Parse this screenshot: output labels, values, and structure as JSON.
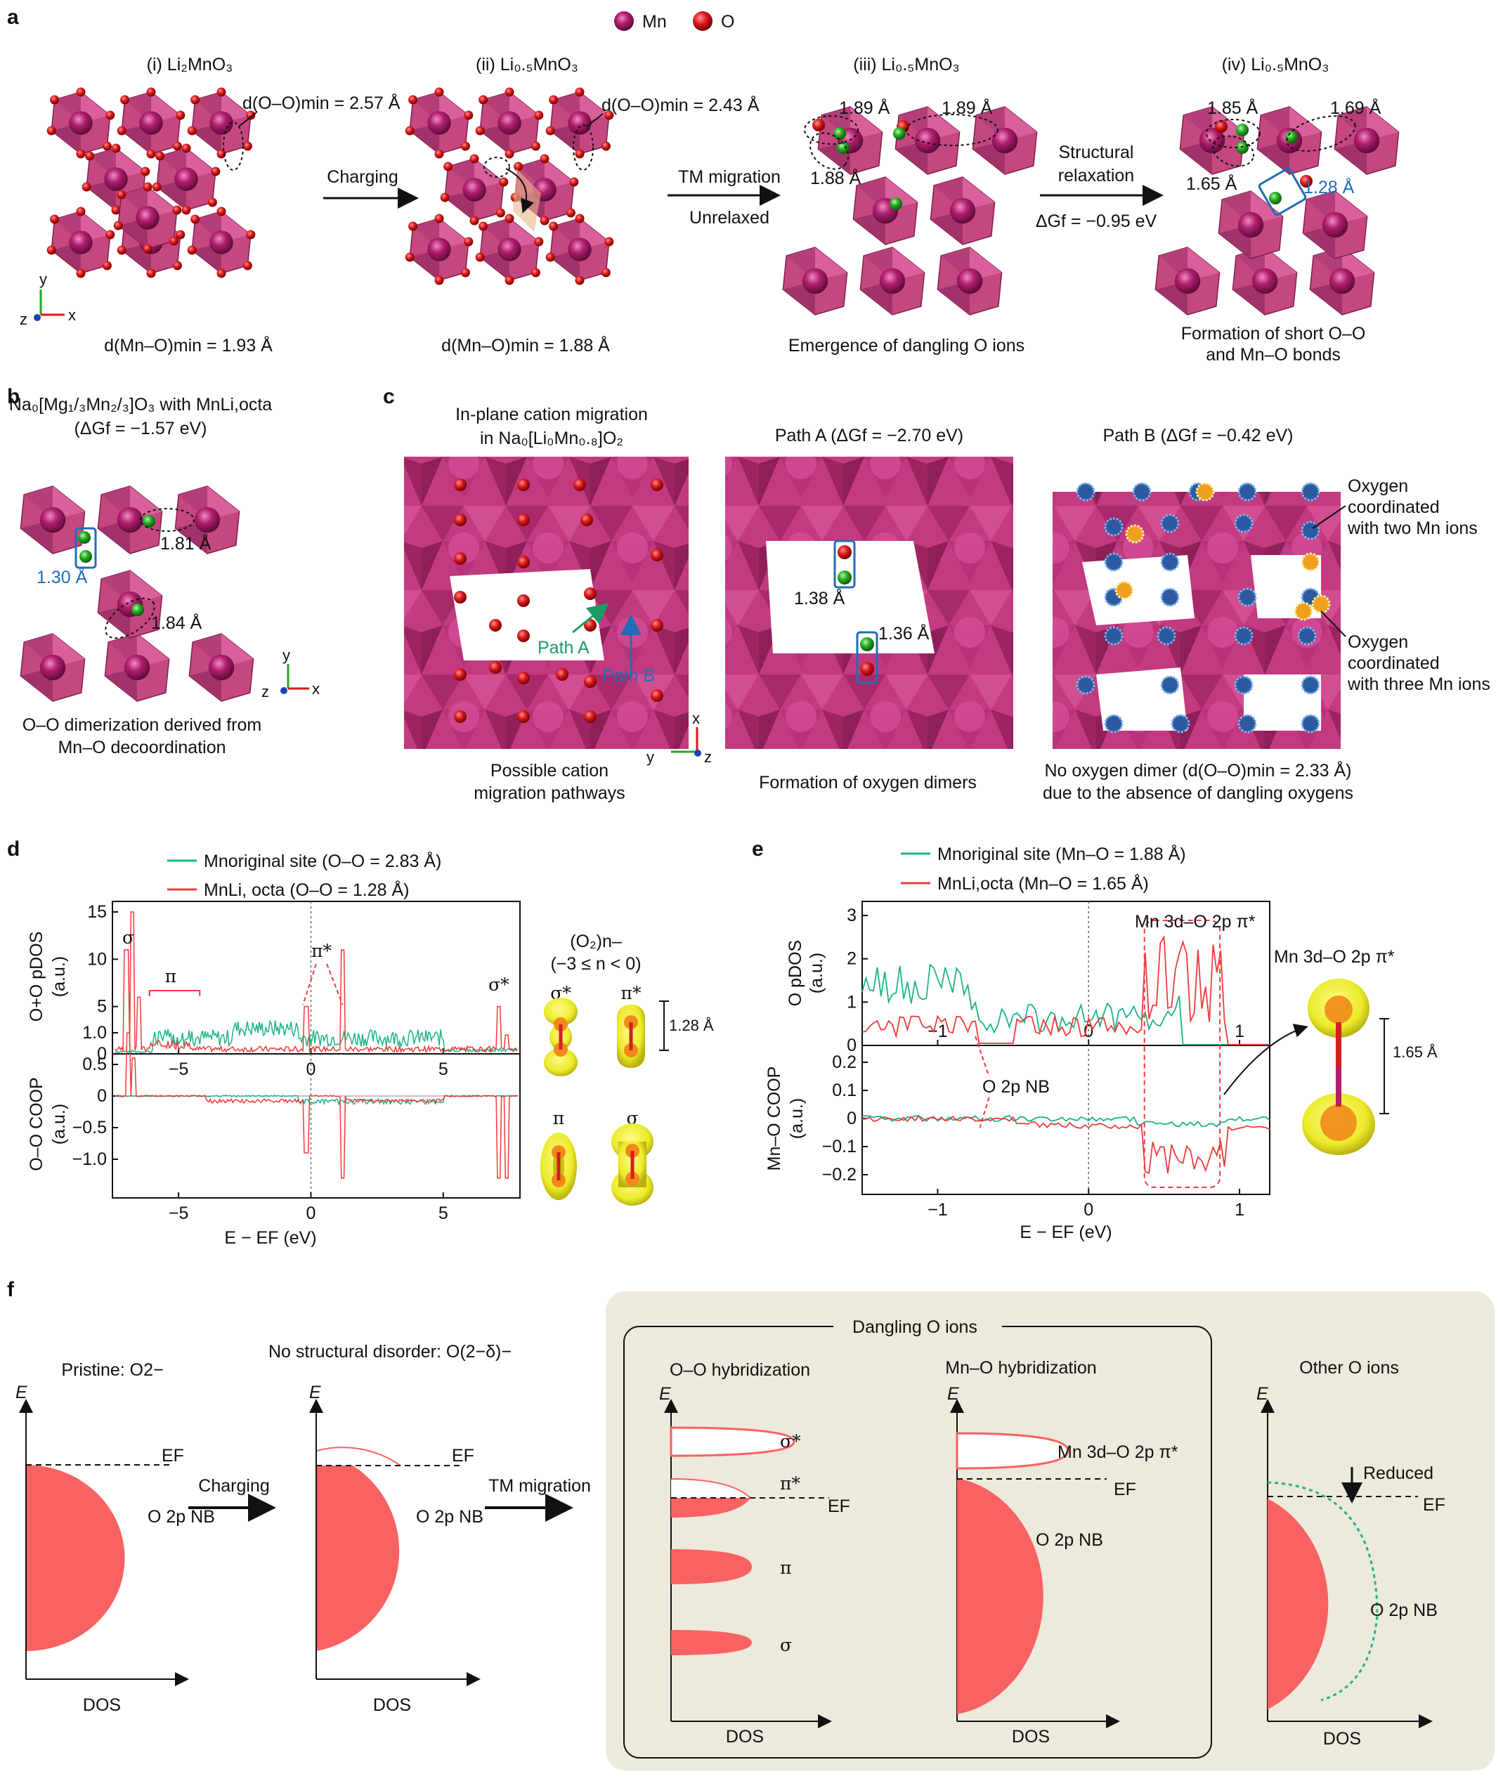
{
  "panels": {
    "a": {
      "label": "a",
      "legend": {
        "mn": "Mn",
        "o": "O"
      },
      "titles": [
        "(i) Li₂MnO₃",
        "(ii) Li₀.₅MnO₃",
        "(iii) Li₀.₅MnO₃",
        "(iv) Li₀.₅MnO₃"
      ],
      "annotations": {
        "d_oo_i": "d(O–O)min = 2.57 Å",
        "d_oo_ii": "d(O–O)min = 2.43 Å",
        "iii_1": "1.89 Å",
        "iii_2": "1.89 Å",
        "iii_3": "1.88 Å",
        "iv_1": "1.85 Å",
        "iv_2": "1.69 Å",
        "iv_3": "1.65 Å",
        "iv_4": "1.28 Å"
      },
      "arrows": {
        "charging": "Charging",
        "tm_migration": "TM migration",
        "unrelaxed": "Unrelaxed",
        "structural": "Structural",
        "relaxation": "relaxation",
        "dgf": "ΔGf = −0.95 eV"
      },
      "captions": {
        "i": "d(Mn–O)min = 1.93 Å",
        "ii": "d(Mn–O)min = 1.88 Å",
        "iii": "Emergence of dangling O ions",
        "iv_1": "Formation of short O–O",
        "iv_2": "and Mn–O bonds"
      },
      "axes": {
        "y": "y",
        "z": "z",
        "x": "x"
      }
    },
    "b": {
      "label": "b",
      "title_1": "Na₀[Mg₁/₃Mn₂/₃]O₃ with MnLi,octa",
      "title_2": "(ΔGf = −1.57 eV)",
      "ann": {
        "a": "1.81 Å",
        "b": "1.30 Å",
        "c": "1.84 Å"
      },
      "caption_1": "O–O dimerization derived from",
      "caption_2": "Mn–O decoordination"
    },
    "c": {
      "label": "c",
      "t1_1": "In-plane cation migration",
      "t1_2": "in Na₀[Li₀Mn₀.₈]O₂",
      "t2": "Path A (ΔGf = −2.70 eV)",
      "t3": "Path B (ΔGf = −0.42 eV)",
      "path_a": "Path A",
      "path_b": "Path B",
      "ann_a": "1.38 Å",
      "ann_b": "1.36 Å",
      "o2mn_1": "Oxygen",
      "o2mn_2": "coordinated",
      "o2mn_3": "with two Mn ions",
      "o3mn_1": "Oxygen",
      "o3mn_2": "coordinated",
      "o3mn_3": "with three Mn ions",
      "cap1_1": "Possible cation",
      "cap1_2": "migration pathways",
      "cap2": "Formation of oxygen dimers",
      "cap3_1": "No oxygen dimer (d(O–O)min = 2.33 Å)",
      "cap3_2": "due to the absence of dangling oxygens"
    },
    "d": {
      "label": "d",
      "legend": [
        "Mnoriginal site (O–O = 2.83 Å)",
        "MnLi, octa (O–O = 1.28 Å)"
      ],
      "ylabel_top_1": "O+O pDOS",
      "ylabel_top_2": "(a.u.)",
      "ylabel_bot_1": "O–O COOP",
      "ylabel_bot_2": "(a.u.)",
      "xlabel": "E − EF (eV)",
      "yt_top": [
        "15",
        "10",
        "5",
        "0"
      ],
      "yt_bot": [
        "1.0",
        "0.5",
        "0",
        "−0.5",
        "−1.0"
      ],
      "xt": [
        "−5",
        "0",
        "5"
      ],
      "peaks": {
        "sigma": "σ",
        "pi": "π",
        "pistar": "π*",
        "sigmastar": "σ*"
      },
      "orb_title_1": "(O₂)n–",
      "orb_title_2": "(−3 ≤ n < 0)",
      "orb": [
        "σ*",
        "π*",
        "π",
        "σ"
      ],
      "orb_len": "1.28 Å"
    },
    "e": {
      "label": "e",
      "legend": [
        "Mnoriginal site (Mn–O = 1.88 Å)",
        "MnLi,octa (Mn–O = 1.65 Å)"
      ],
      "ylabel_top_1": "O pDOS",
      "ylabel_top_2": "(a.u.)",
      "ylabel_bot_1": "Mn–O COOP",
      "ylabel_bot_2": "(a.u.)",
      "xlabel": "E − EF (eV)",
      "yt_top": [
        "3",
        "2",
        "1",
        "0"
      ],
      "yt_bot": [
        "0.2",
        "0.1",
        "0",
        "−0.1",
        "−0.2"
      ],
      "xt": [
        "−1",
        "0",
        "1"
      ],
      "box_label": "Mn 3d–O 2p π*",
      "nb": "O 2p NB",
      "orb_label": "Mn 3d–O 2p π*",
      "orb_len": "1.65 Å"
    },
    "f": {
      "label": "f",
      "t1": "Pristine: O2−",
      "t2": "No structural disorder: O(2−δ)−",
      "dangling": "Dangling O ions",
      "t3": "O–O hybridization",
      "t4": "Mn–O hybridization",
      "t5": "Other O ions",
      "e_axis": "E",
      "dos": "DOS",
      "ef": "EF",
      "nb": "O 2p NB",
      "charging": "Charging",
      "tm": "TM migration",
      "sigmastar": "σ*",
      "pistar": "π*",
      "pi": "π",
      "sigma": "σ",
      "mn3d": "Mn 3d–O 2p π*",
      "reduced": "Reduced"
    }
  },
  "colors": {
    "mn": "#b01e6e",
    "oxygen": "#d8181a",
    "green_o": "#22aa22",
    "octa": "#c4487f",
    "octa_dark": "#7d1f4d",
    "green_line": "#1db38a",
    "red_line": "#ee3b3b",
    "band": "#f96262",
    "panel_bg": "#ede9dc",
    "blue_box": "#1f6eb5",
    "orbital": "#ecec2a"
  }
}
